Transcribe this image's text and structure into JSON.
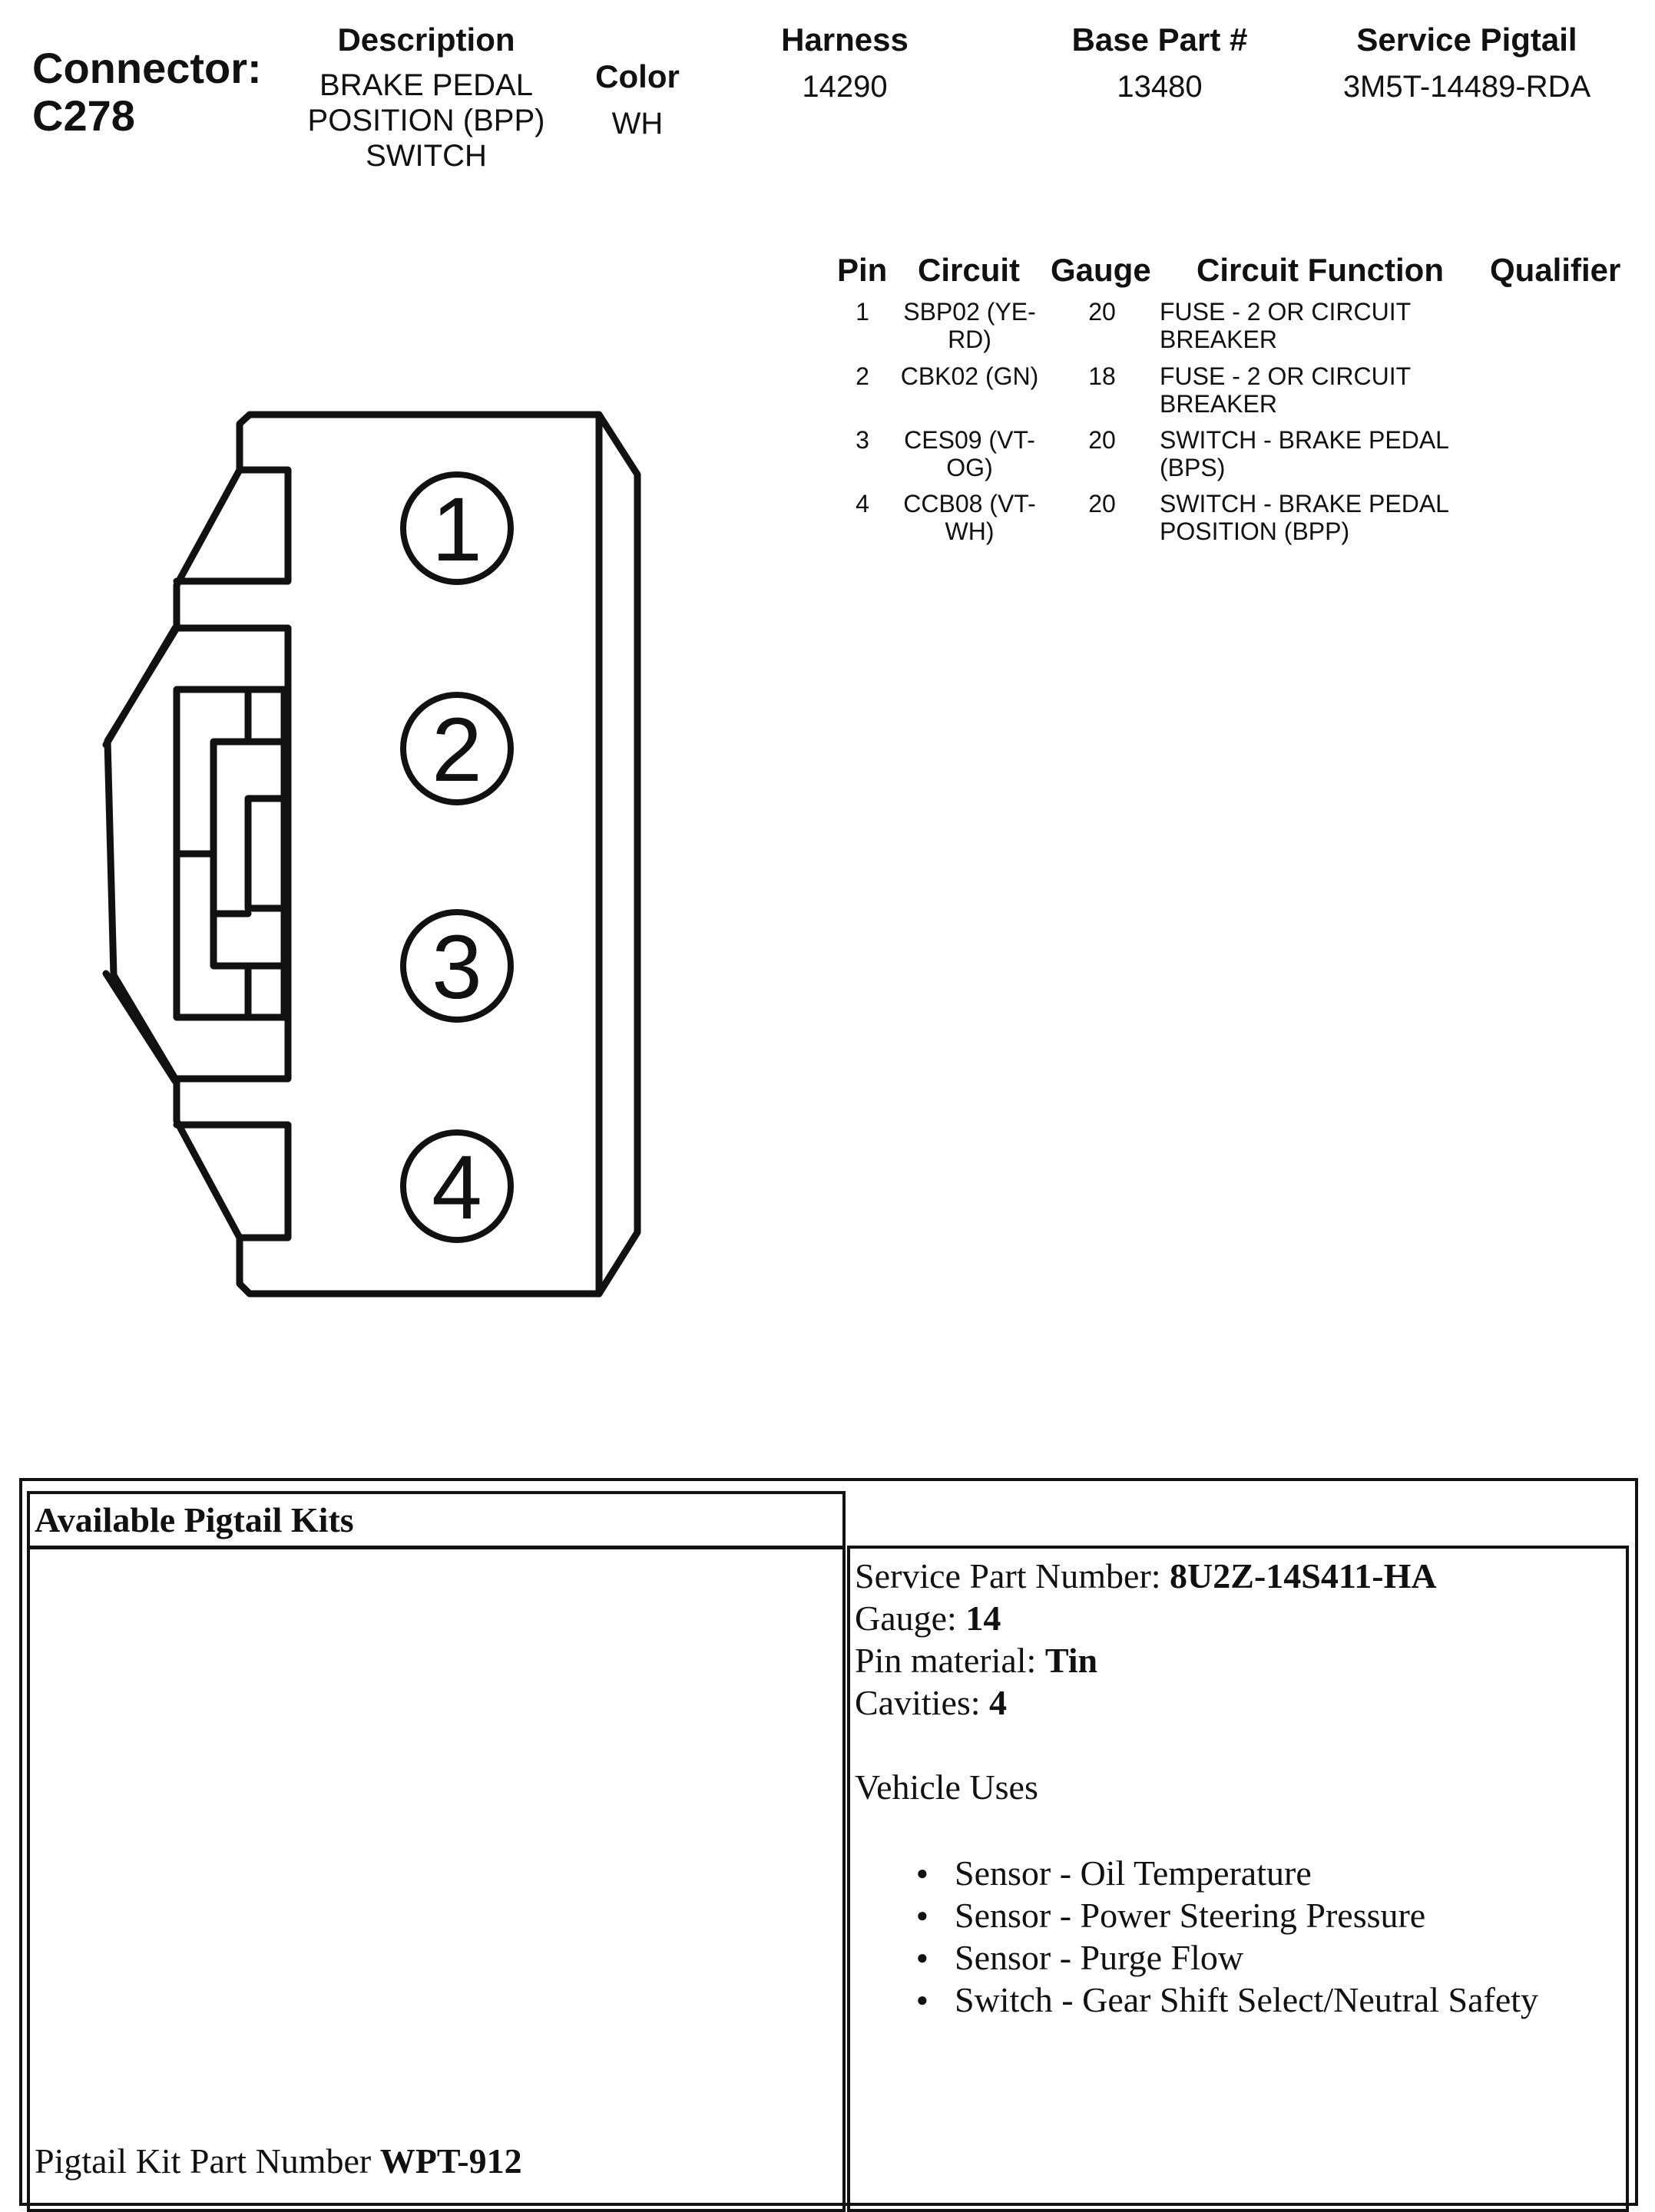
{
  "connector": {
    "label": "Connector:",
    "id": "C278"
  },
  "header": {
    "description": {
      "label": "Description",
      "lines": [
        "BRAKE PEDAL",
        "POSITION (BPP)",
        "SWITCH"
      ]
    },
    "color": {
      "label": "Color",
      "value": "WH"
    },
    "harness": {
      "label": "Harness",
      "value": "14290"
    },
    "base_part": {
      "label": "Base Part #",
      "value": "13480"
    },
    "service_pigtail": {
      "label": "Service Pigtail",
      "value": "3M5T-14489-RDA"
    }
  },
  "pin_table": {
    "headers": [
      "Pin",
      "Circuit",
      "Gauge",
      "Circuit Function",
      "Qualifier"
    ],
    "rows": [
      {
        "pin": "1",
        "circuit": [
          "SBP02 (YE-",
          "RD)"
        ],
        "gauge": "20",
        "function": [
          "FUSE - 2 OR CIRCUIT",
          "BREAKER"
        ],
        "qualifier": ""
      },
      {
        "pin": "2",
        "circuit": [
          "CBK02 (GN)"
        ],
        "gauge": "18",
        "function": [
          "FUSE - 2 OR CIRCUIT",
          "BREAKER"
        ],
        "qualifier": ""
      },
      {
        "pin": "3",
        "circuit": [
          "CES09 (VT-",
          "OG)"
        ],
        "gauge": "20",
        "function": [
          "SWITCH - BRAKE PEDAL",
          "(BPS)"
        ],
        "qualifier": ""
      },
      {
        "pin": "4",
        "circuit": [
          "CCB08 (VT-",
          "WH)"
        ],
        "gauge": "20",
        "function": [
          "SWITCH - BRAKE PEDAL",
          "POSITION (BPP)"
        ],
        "qualifier": ""
      }
    ]
  },
  "diagram": {
    "pin_labels": [
      "1",
      "2",
      "3",
      "4"
    ]
  },
  "kits": {
    "title": "Available Pigtail Kits",
    "service_part_label": "Service Part Number: ",
    "service_part_value": "8U2Z-14S411-HA",
    "gauge_label": "Gauge: ",
    "gauge_value": "14",
    "pin_material_label": "Pin material: ",
    "pin_material_value": "Tin",
    "cavities_label": "Cavities: ",
    "cavities_value": "4",
    "vehicle_uses_label": "Vehicle Uses",
    "vehicle_uses": [
      "Sensor - Oil Temperature",
      "Sensor - Power Steering Pressure",
      "Sensor - Purge Flow",
      "Switch - Gear Shift Select/Neutral Safety"
    ],
    "kit_part_label": "Pigtail Kit Part Number ",
    "kit_part_value": "WPT-912"
  }
}
